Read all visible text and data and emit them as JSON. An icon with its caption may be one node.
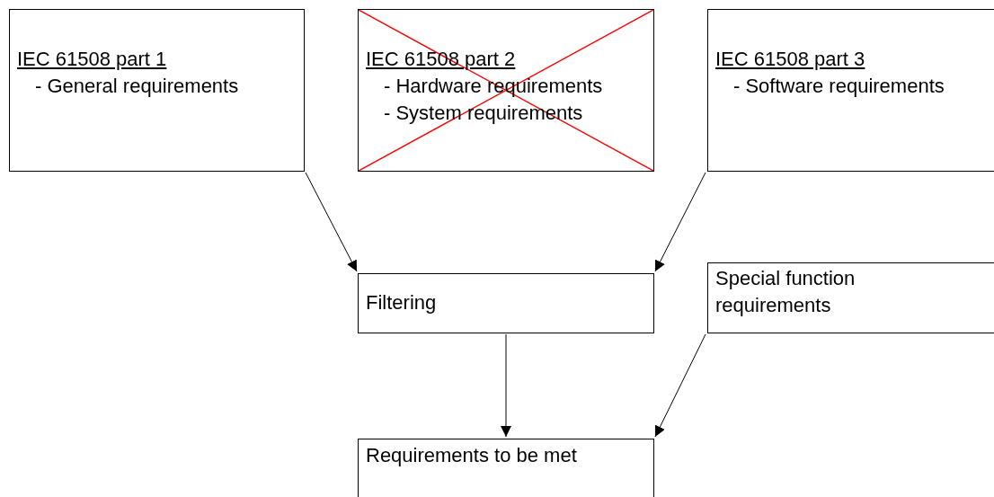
{
  "diagram": {
    "nodes": [
      {
        "text": [
          "IEC 61508 part 1",
          "- General requirements"
        ]
      },
      {
        "text": [
          "IEC 61508 part 2",
          "- Hardware requirements",
          "- System requirements"
        ]
      },
      {
        "text": [
          "IEC 61508 part 3",
          "- Software requirements"
        ]
      },
      {
        "text": [
          "Filtering"
        ]
      },
      {
        "text": [
          "Special function requirements"
        ]
      },
      {
        "text": [
          "Requirements to be met"
        ]
      }
    ],
    "edges": [
      {
        "from": 0,
        "to": 3,
        "arrow": "to"
      },
      {
        "from": 2,
        "to": 3,
        "arrow": "to"
      },
      {
        "from": 3,
        "to": 5,
        "arrow": "to"
      },
      {
        "from": 4,
        "to": 5,
        "arrow": "to"
      }
    ]
  }
}
